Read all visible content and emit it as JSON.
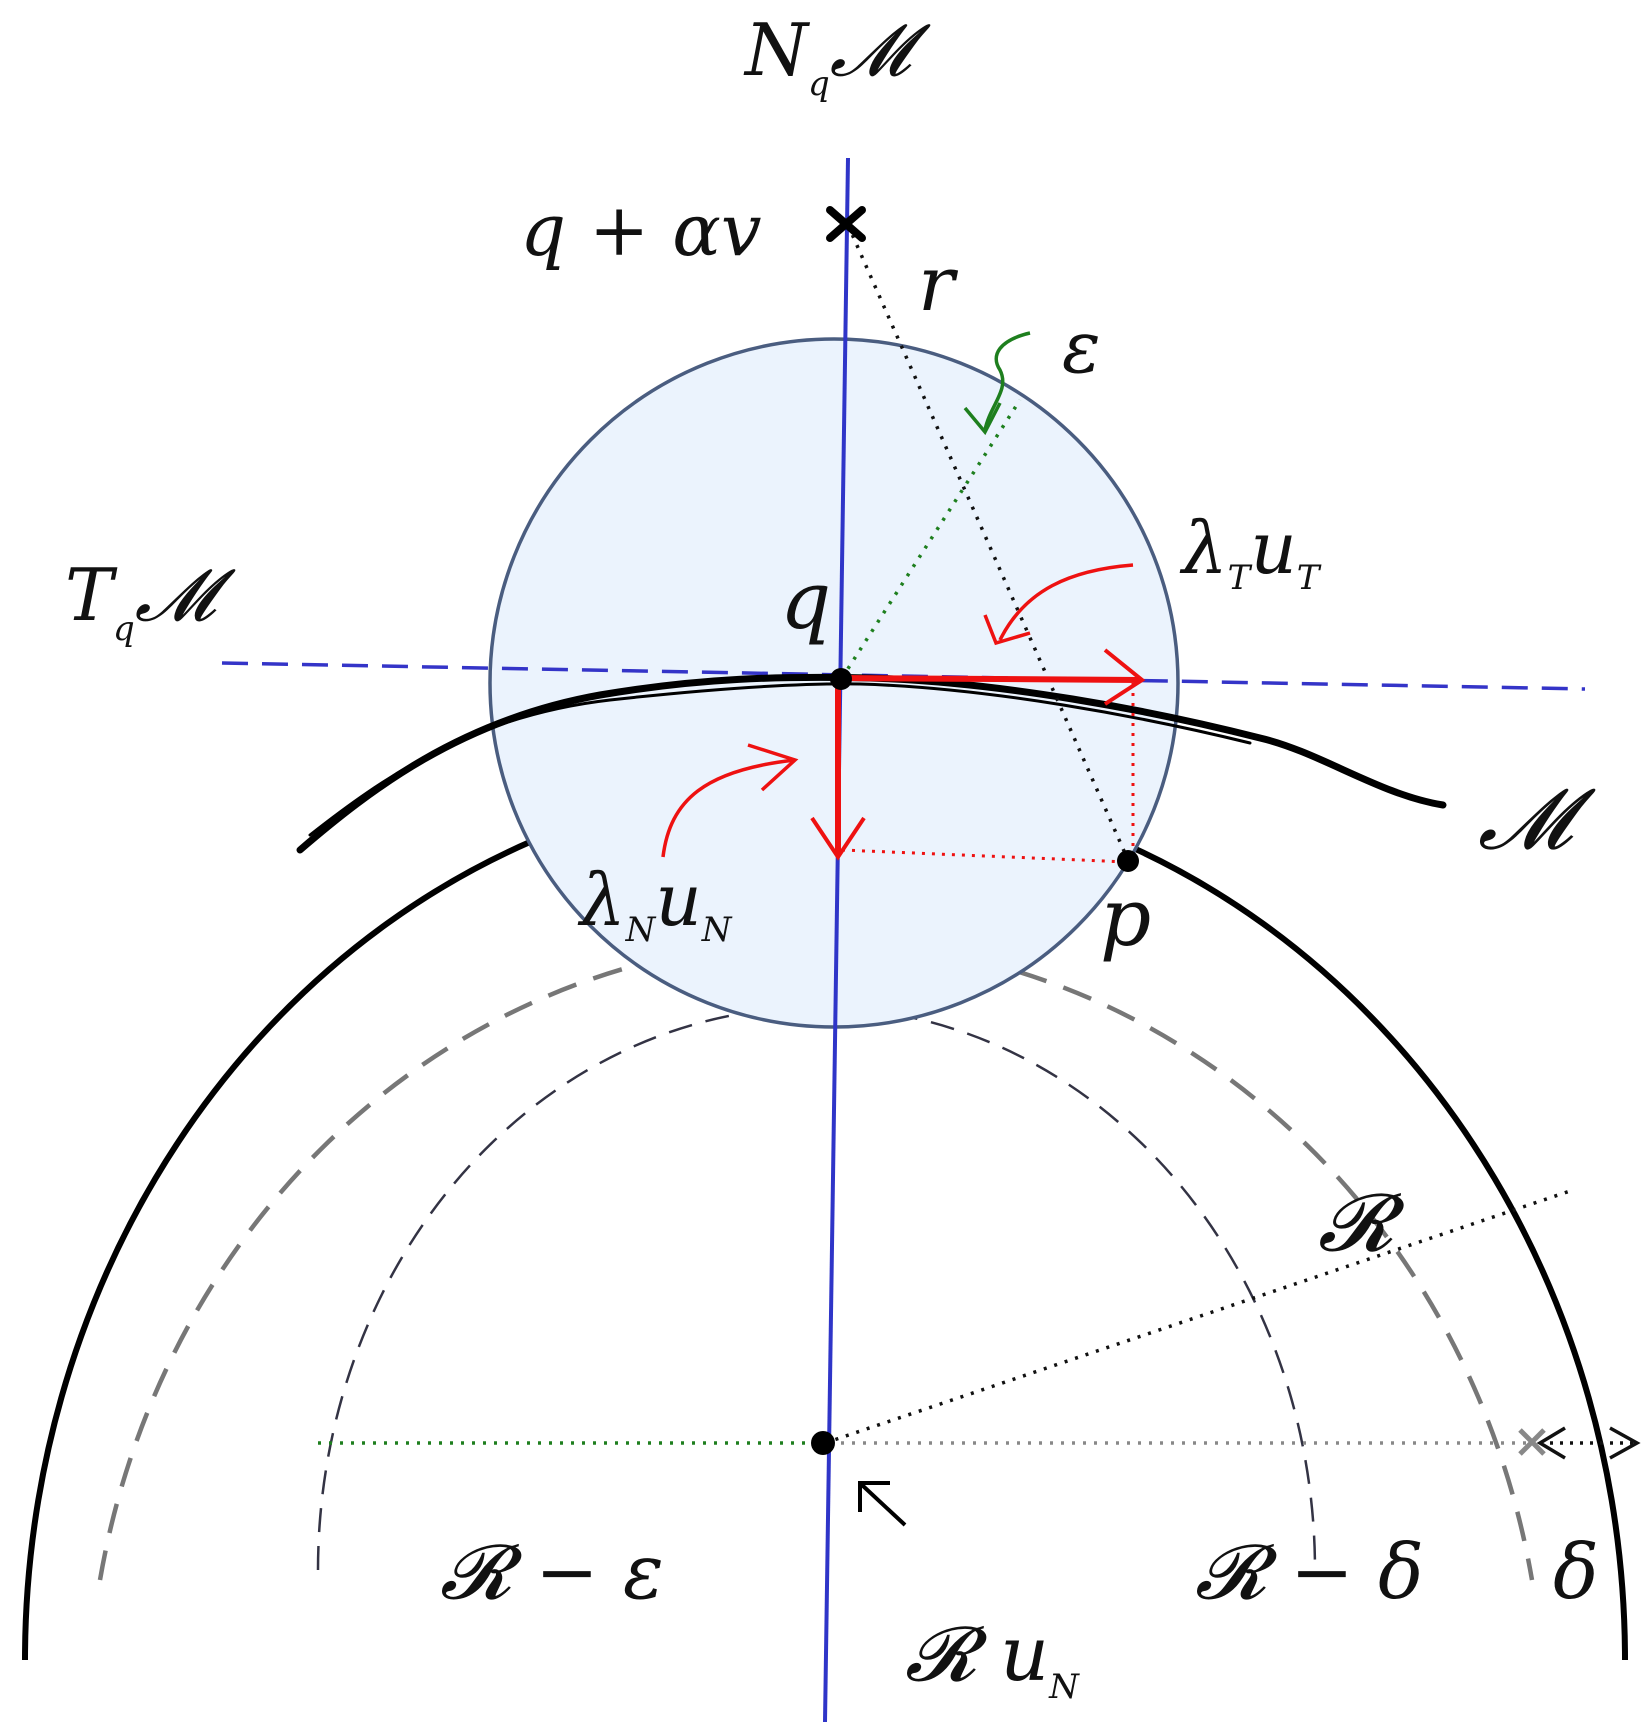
{
  "colors": {
    "normal_line": "#2f35c8",
    "tangent_line": "#3434c8",
    "manifold": "#000000",
    "ball_fill": "#ebf3fd",
    "ball_stroke": "#4a5d80",
    "vector": "#ee1111",
    "epsilon_marker": "#1e7f1e",
    "dashed_outer": "#777777",
    "dashed_inner": "#333344"
  },
  "labels": {
    "normal_space": {
      "main": "N",
      "sub": "q",
      "tail": "𝓜"
    },
    "tangent_space": {
      "main": "T",
      "sub": "q",
      "tail": "𝓜"
    },
    "shifted_point": "q + αv",
    "r": "r",
    "epsilon": "ε",
    "q": "q",
    "p": "p",
    "tangent_vector": {
      "main": "λ",
      "sub": "T",
      "mid": "u",
      "sub2": "T"
    },
    "normal_vector": {
      "main": "λ",
      "sub": "N",
      "mid": "u",
      "sub2": "N"
    },
    "manifold": "𝓜",
    "radius": "𝓡",
    "radius_minus_epsilon": "𝓡 − ε",
    "radius_minus_delta": "𝓡 − δ",
    "delta": "δ",
    "center": {
      "main": "𝓡 u",
      "sub": "N"
    }
  },
  "icons": {
    "shifted_point_marker": "cross-icon",
    "epsilon_pointer": "curved-arrow-icon",
    "tangent_pointer": "curved-arrow-icon",
    "normal_pointer": "curved-arrow-icon",
    "center_pointer": "arrow-icon"
  }
}
